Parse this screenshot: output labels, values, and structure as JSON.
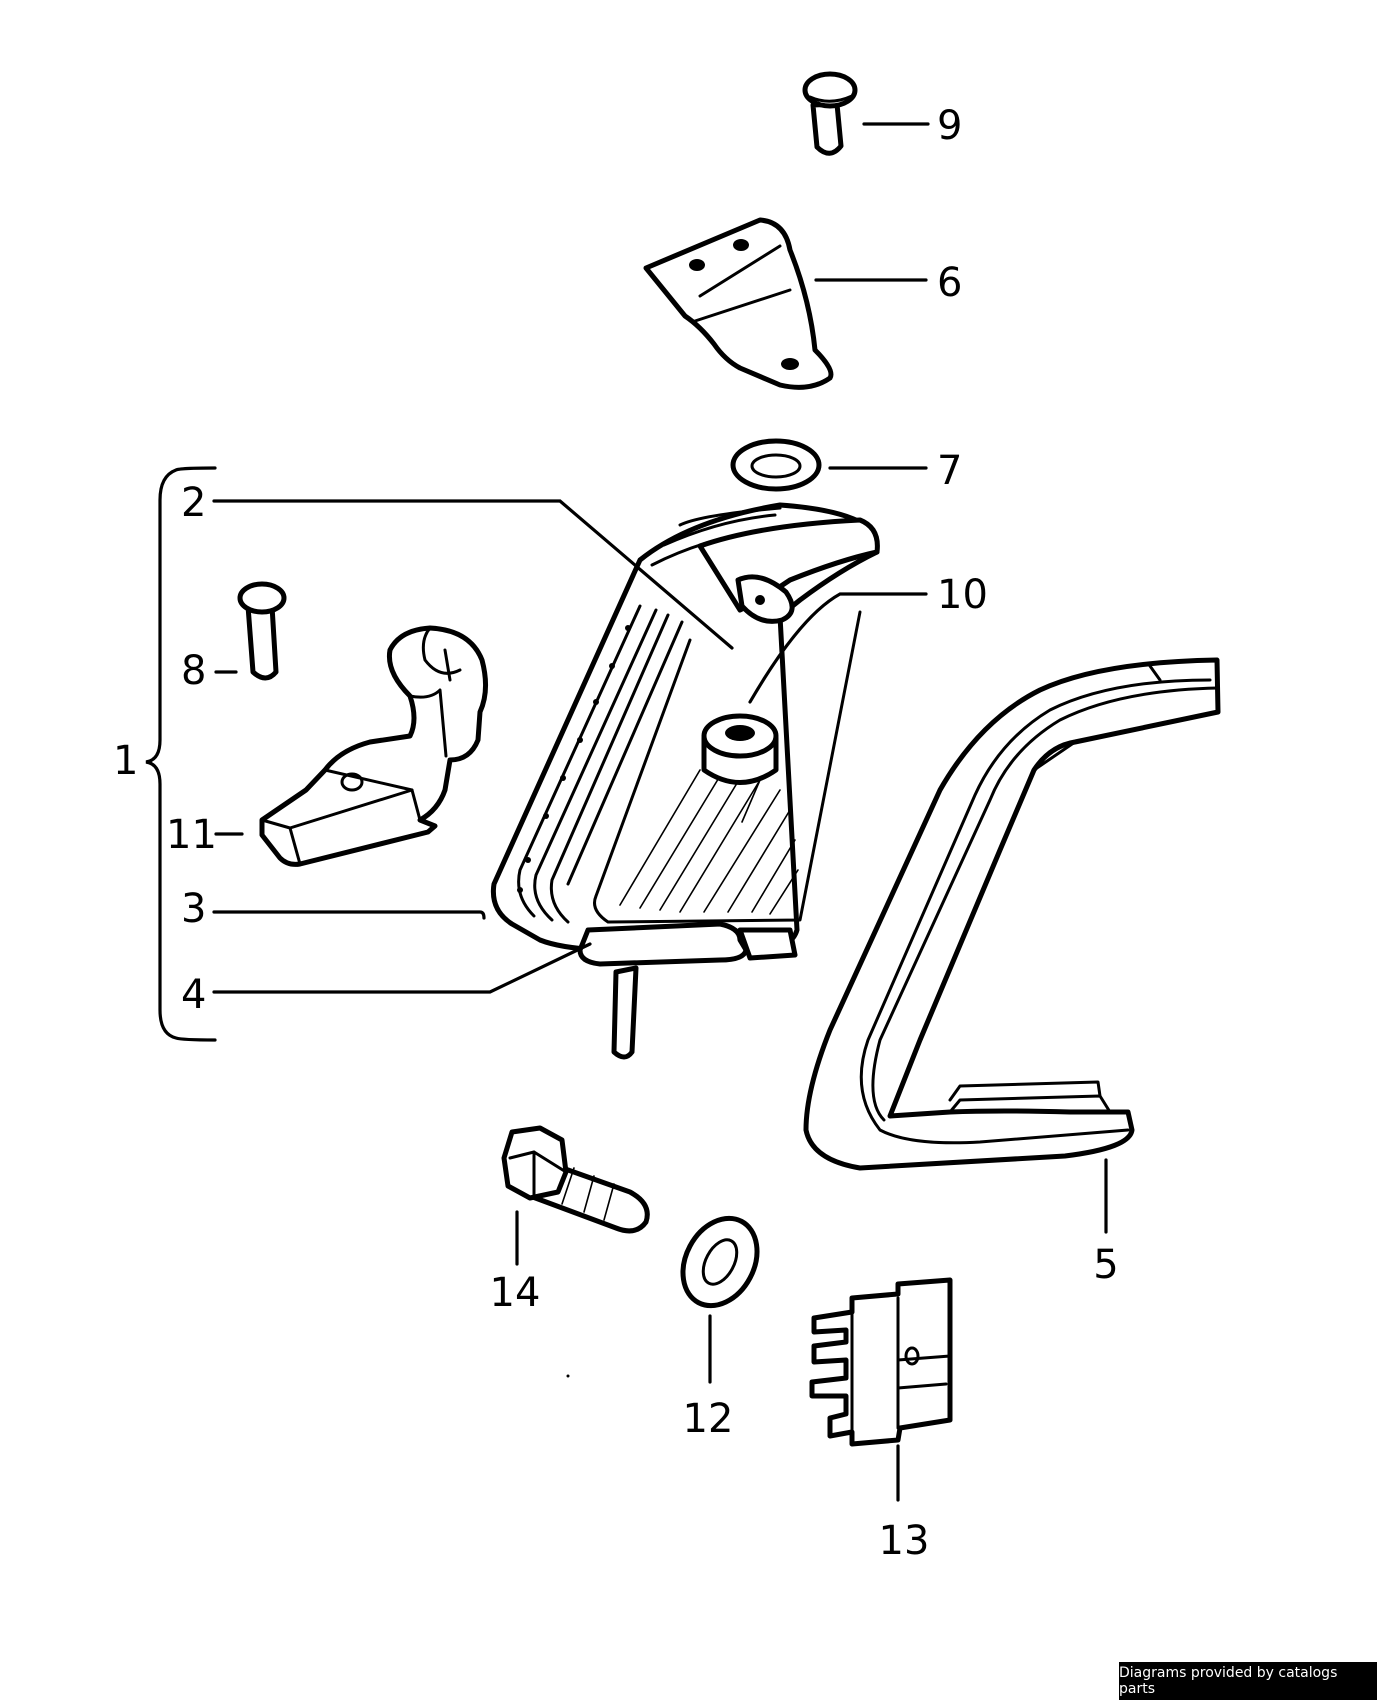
{
  "callouts": {
    "c1": "1",
    "c2": "2",
    "c3": "3",
    "c4": "4",
    "c5": "5",
    "c6": "6",
    "c7": "7",
    "c8": "8",
    "c9": "9",
    "c10": "10",
    "c11": "11",
    "c12": "12",
    "c13": "13",
    "c14": "14"
  },
  "footer": {
    "credit": "Diagrams provided by catalogs parts"
  },
  "colors": {
    "ink": "#000000",
    "paper": "#ffffff",
    "footer_bg": "#000000",
    "footer_text": "#ffffff"
  }
}
